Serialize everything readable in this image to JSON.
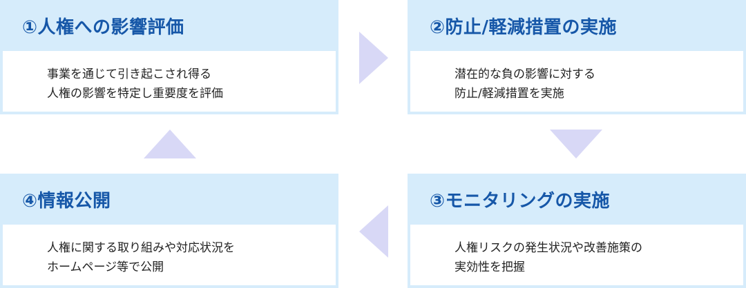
{
  "steps": [
    {
      "title": "①人権への影響評価",
      "lines": [
        "事業を通じて引き起こされ得る",
        "人権の影響を特定し重要度を評価"
      ]
    },
    {
      "title": "②防止/軽減措置の実施",
      "lines": [
        "潜在的な負の影響に対する",
        "防止/軽減措置を実施"
      ]
    },
    {
      "title": "③モニタリングの実施",
      "lines": [
        "人権リスクの発生状況や改善施策の",
        "実効性を把握"
      ]
    },
    {
      "title": "④情報公開",
      "lines": [
        "人権に関する取り組みや対応状況を",
        "ホームページ等で公開"
      ]
    }
  ],
  "colors": {
    "header_bg": "#d6ecfb",
    "title_text": "#1657a8",
    "arrow": "#d8d8f6"
  }
}
